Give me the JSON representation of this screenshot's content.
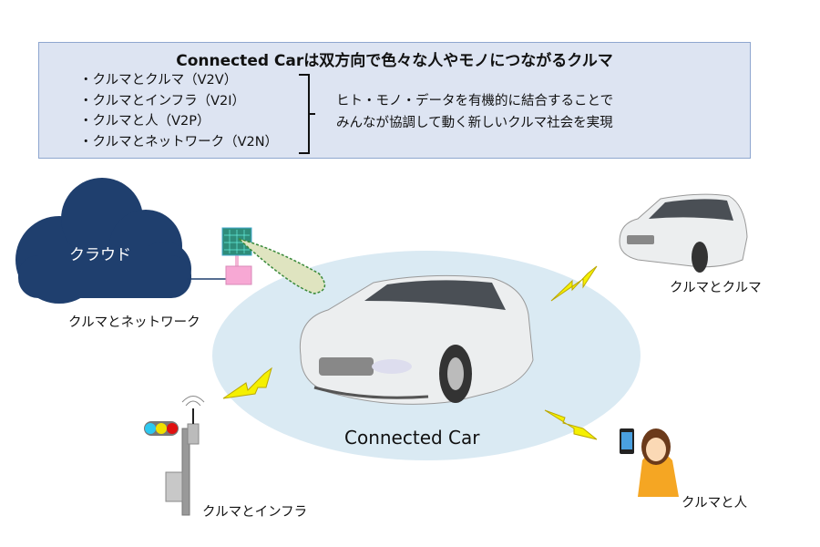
{
  "header_box": {
    "title": "Connected Carは双方向で色々な人やモノにつながるクルマ",
    "items": [
      "・クルマとクルマ（V2V）",
      "・クルマとインフラ（V2I）",
      "・クルマと人（V2P）",
      "・クルマとネットワーク（V2N）"
    ],
    "summary": [
      "ヒト・モノ・データを有機的に結合することで",
      "みんなが協調して動く新しいクルマ社会を実現"
    ]
  },
  "diagram": {
    "cloud_label": "クラウド",
    "center_label": "Connected Car",
    "labels": {
      "network": "クルマとネットワーク",
      "vehicle": "クルマとクルマ",
      "infra": "クルマとインフラ",
      "person": "クルマと人"
    }
  },
  "colors": {
    "box_fill": "#dde4f2",
    "box_border": "#8ea6cf",
    "cloud": "#1f3f6e",
    "ellipse": "#daeaf3",
    "bolt": "#f5f000"
  }
}
